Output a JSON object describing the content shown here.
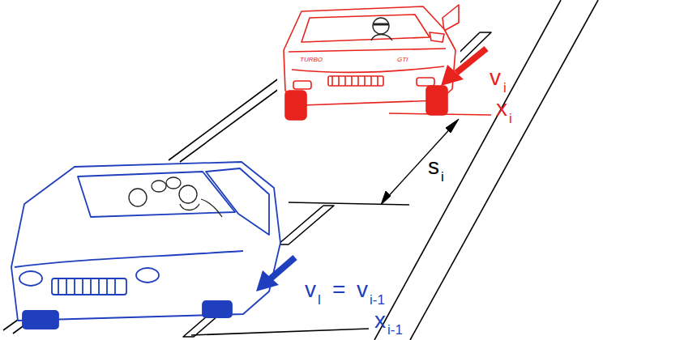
{
  "diagram": {
    "labels": [
      "v",
      "i",
      "x",
      "i",
      "s",
      "i",
      "v",
      "l",
      "=",
      "v",
      "i-1",
      "x",
      "i-1",
      "TURBO",
      "GTI"
    ]
  }
}
